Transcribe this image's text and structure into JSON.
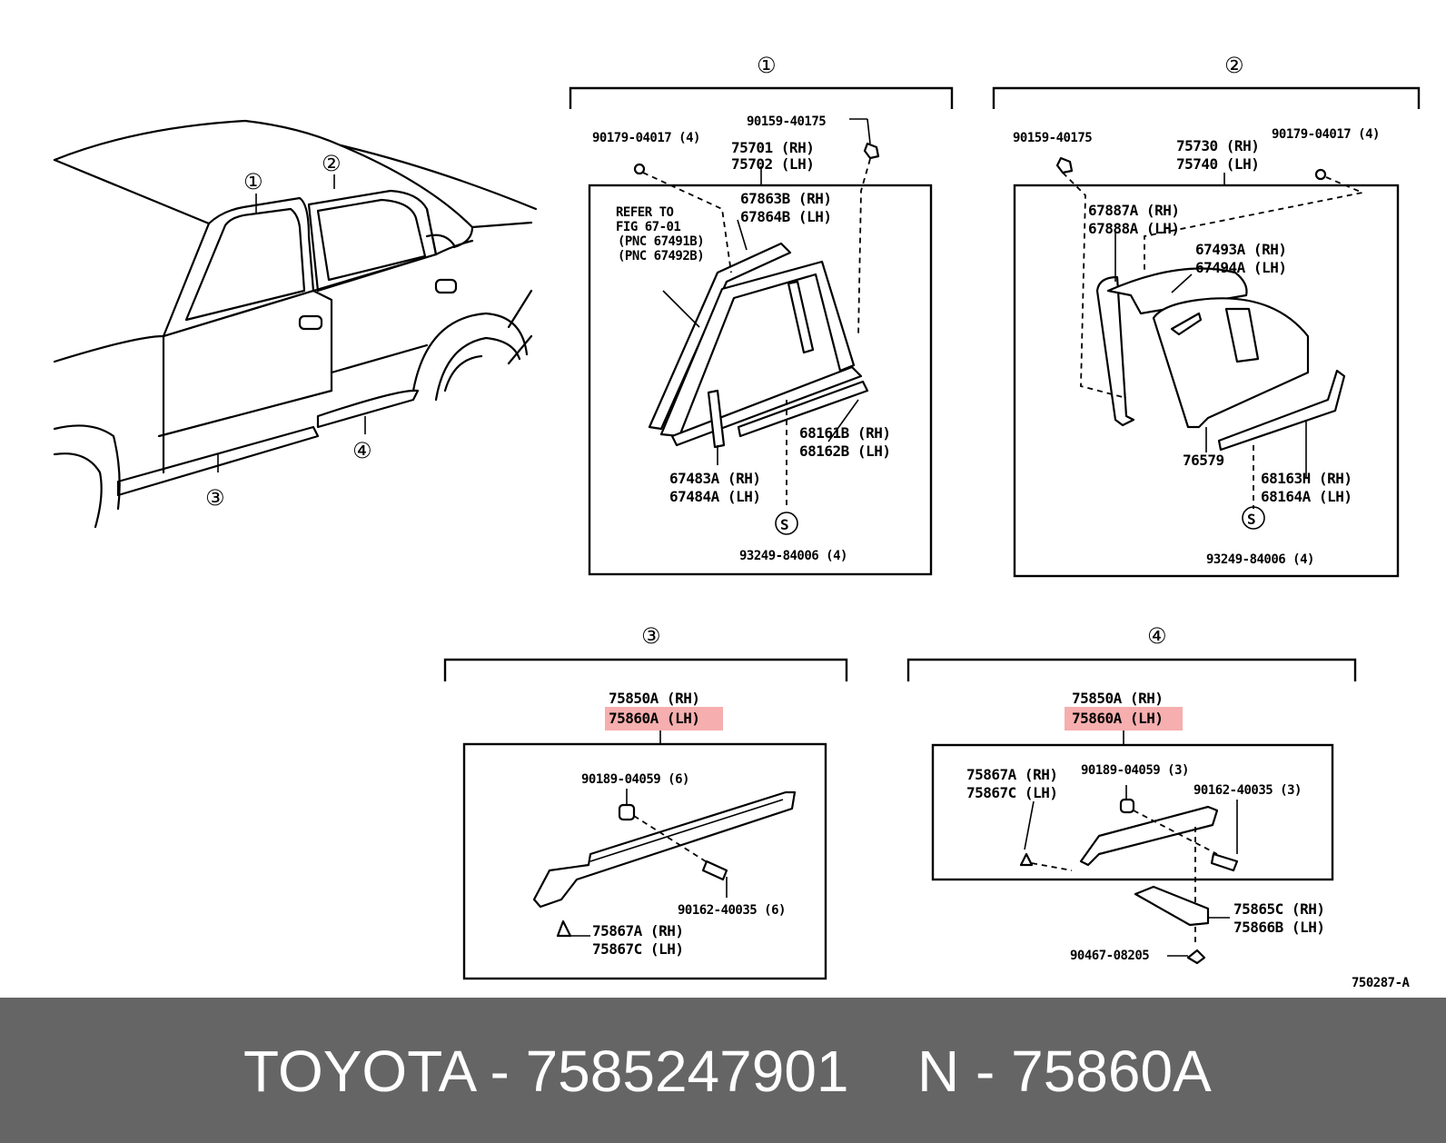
{
  "car": {
    "callout_1": "①",
    "callout_2": "②",
    "callout_3": "③",
    "callout_4": "④"
  },
  "group1": {
    "label": "①",
    "screw_top": "90159-40175",
    "clip_top": "90179-04017 (4)",
    "part_rh": "75701 (RH)",
    "part_lh": "75702 (LH)",
    "refer_1": "REFER TO",
    "refer_2": "FIG 67-01",
    "refer_3": "(PNC 67491B)",
    "refer_4": "(PNC 67492B)",
    "weather_rh": "67863B (RH)",
    "weather_lh": "67864B (LH)",
    "belt_rh": "68161B (RH)",
    "belt_lh": "68162B (LH)",
    "div_rh": "67483A (RH)",
    "div_lh": "67484A (LH)",
    "screw_symbol": "S",
    "screw_bottom": "93249-84006 (4)"
  },
  "group2": {
    "label": "②",
    "screw_top": "90159-40175",
    "clip_top": "90179-04017 (4)",
    "part_rh": "75730 (RH)",
    "part_lh": "75740 (LH)",
    "seal_rh": "67887A (RH)",
    "seal_lh": "67888A (LH)",
    "run_rh": "67493A (RH)",
    "run_lh": "67494A (LH)",
    "clip": "76579",
    "belt_rh": "68163H (RH)",
    "belt_lh": "68164A (LH)",
    "screw_symbol": "S",
    "screw_bottom": "93249-84006 (4)"
  },
  "group3": {
    "label": "③",
    "part_rh": "75850A (RH)",
    "part_lh": "75860A (LH)",
    "nut": "90189-04059 (6)",
    "screw": "90162-40035 (6)",
    "clip_rh": "75867A (RH)",
    "clip_lh": "75867C (LH)"
  },
  "group4": {
    "label": "④",
    "part_rh": "75850A (RH)",
    "part_lh": "75860A (LH)",
    "clip_rh": "75867A (RH)",
    "clip_lh": "75867C (LH)",
    "nut": "90189-04059 (3)",
    "screw": "90162-40035 (3)",
    "bracket_rh": "75865C (RH)",
    "bracket_lh": "75866B (LH)",
    "rivet": "90467-08205"
  },
  "figure_id": "750287-A",
  "footer": {
    "left": "TOYOTA - 7585247901",
    "right": "N - 75860A"
  },
  "colors": {
    "highlight": "#f4a0a0",
    "footer_bg": "#656565",
    "footer_text": "#ffffff",
    "line": "#000000"
  }
}
